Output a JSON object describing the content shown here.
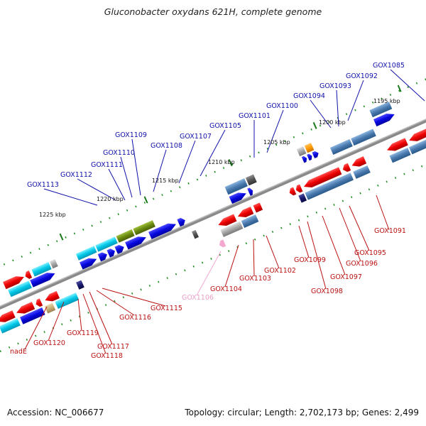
{
  "header": {
    "title": "Gluconobacter oxydans 621H, complete genome"
  },
  "footer": {
    "accession": "Accession: NC_006677",
    "summary": "Topology: circular; Length: 2,702,173 bp; Genes: 2,499"
  },
  "colors": {
    "forward": "#0a0ae0",
    "forward_light": "#2a2aff",
    "reverse": "#e80000",
    "reverse_light": "#ff3030",
    "cyan": "#00c8e8",
    "olive": "#6a8a10",
    "steelblue": "#4a7aae",
    "gray": "#9a9a9a",
    "orange": "#ff9a00",
    "pink": "#f4a8d0",
    "tick": "#1a7a1a",
    "backbone": "#8a8a8a",
    "top_label": "#1111aa",
    "bottom_label": "#bb1111"
  },
  "kbp_labels": [
    "1195 kbp",
    "1200 kbp",
    "1205 kbp",
    "1210 kbp",
    "1215 kbp",
    "1220 kbp",
    "1225 kbp"
  ],
  "top_labels": [
    "GOX1085",
    "GOX1092",
    "GOX1093",
    "GOX1094",
    "GOX1100",
    "GOX1101",
    "GOX1105",
    "GOX1107",
    "GOX1108",
    "GOX1109",
    "GOX1110",
    "GOX1111",
    "GOX1112",
    "GOX1113"
  ],
  "bottom_labels": [
    "GOX1091",
    "GOX1095",
    "GOX1096",
    "GOX1097",
    "GOX1098",
    "GOX1099",
    "GOX1102",
    "GOX1103",
    "GOX1104",
    "GOX1106",
    "GOX1115",
    "GOX1116",
    "GOX1117",
    "GOX1118",
    "GOX1119",
    "GOX1120",
    "nadE"
  ]
}
